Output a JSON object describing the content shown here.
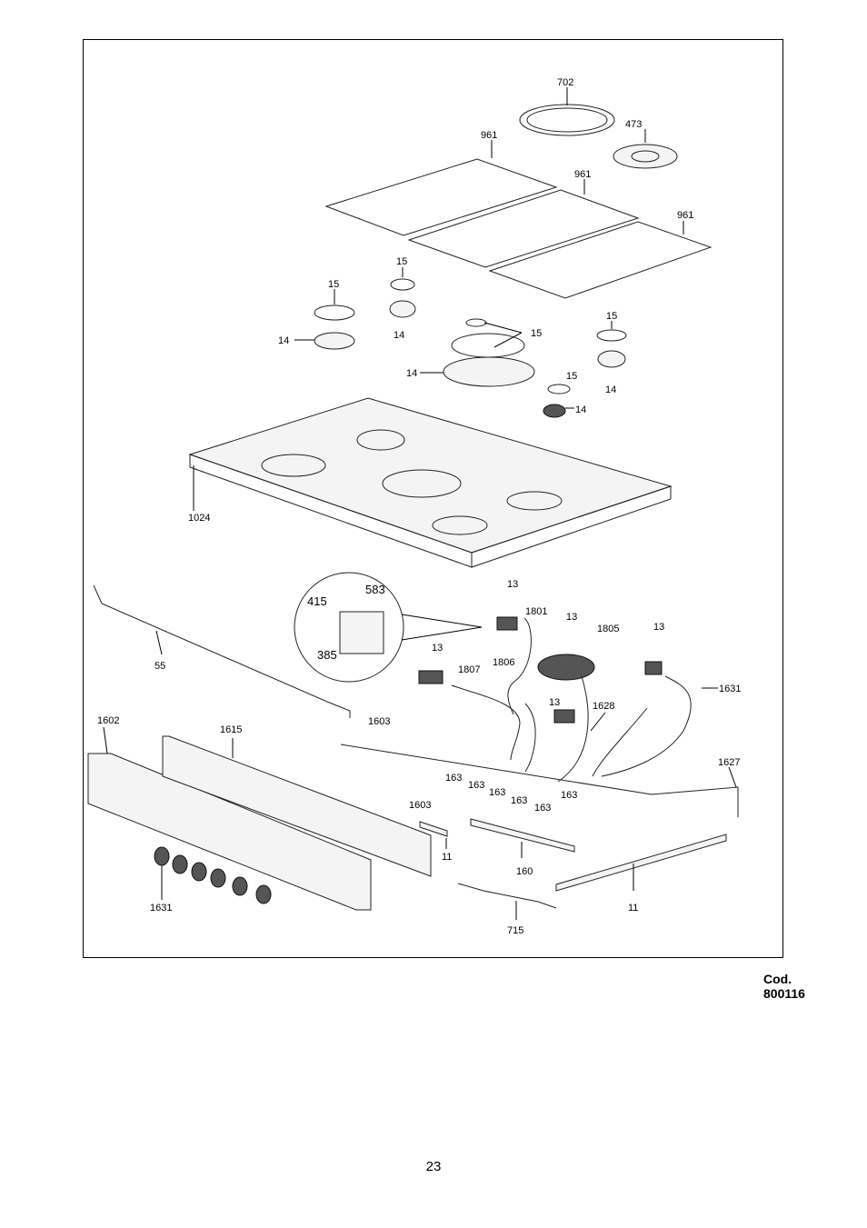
{
  "labels": {
    "l702": "702",
    "l473": "473",
    "l961a": "961",
    "l961b": "961",
    "l961c": "961",
    "l15a": "15",
    "l15b": "15",
    "l15c": "15",
    "l15d": "15",
    "l15e": "15",
    "l14a": "14",
    "l14b": "14",
    "l14c": "14",
    "l14d": "14",
    "l14e": "14",
    "l1024": "1024",
    "l583": "583",
    "l415": "415",
    "l385": "385",
    "l55": "55",
    "l13a": "13",
    "l13b": "13",
    "l13c": "13",
    "l13d": "13",
    "l13e": "13",
    "l1801": "1801",
    "l1805": "1805",
    "l1806": "1806",
    "l1807": "1807",
    "l1631a": "1631",
    "l1628": "1628",
    "l1603a": "1603",
    "l1602": "1602",
    "l1615": "1615",
    "l1627": "1627",
    "l1603b": "1603",
    "l163a": "163",
    "l163b": "163",
    "l163c": "163",
    "l163d": "163",
    "l163e": "163",
    "l163f": "163",
    "l11a": "11",
    "l160": "160",
    "l11b": "11",
    "l715": "715",
    "l1631b": "1631"
  },
  "code": "Cod. 800116",
  "page_number": "23"
}
